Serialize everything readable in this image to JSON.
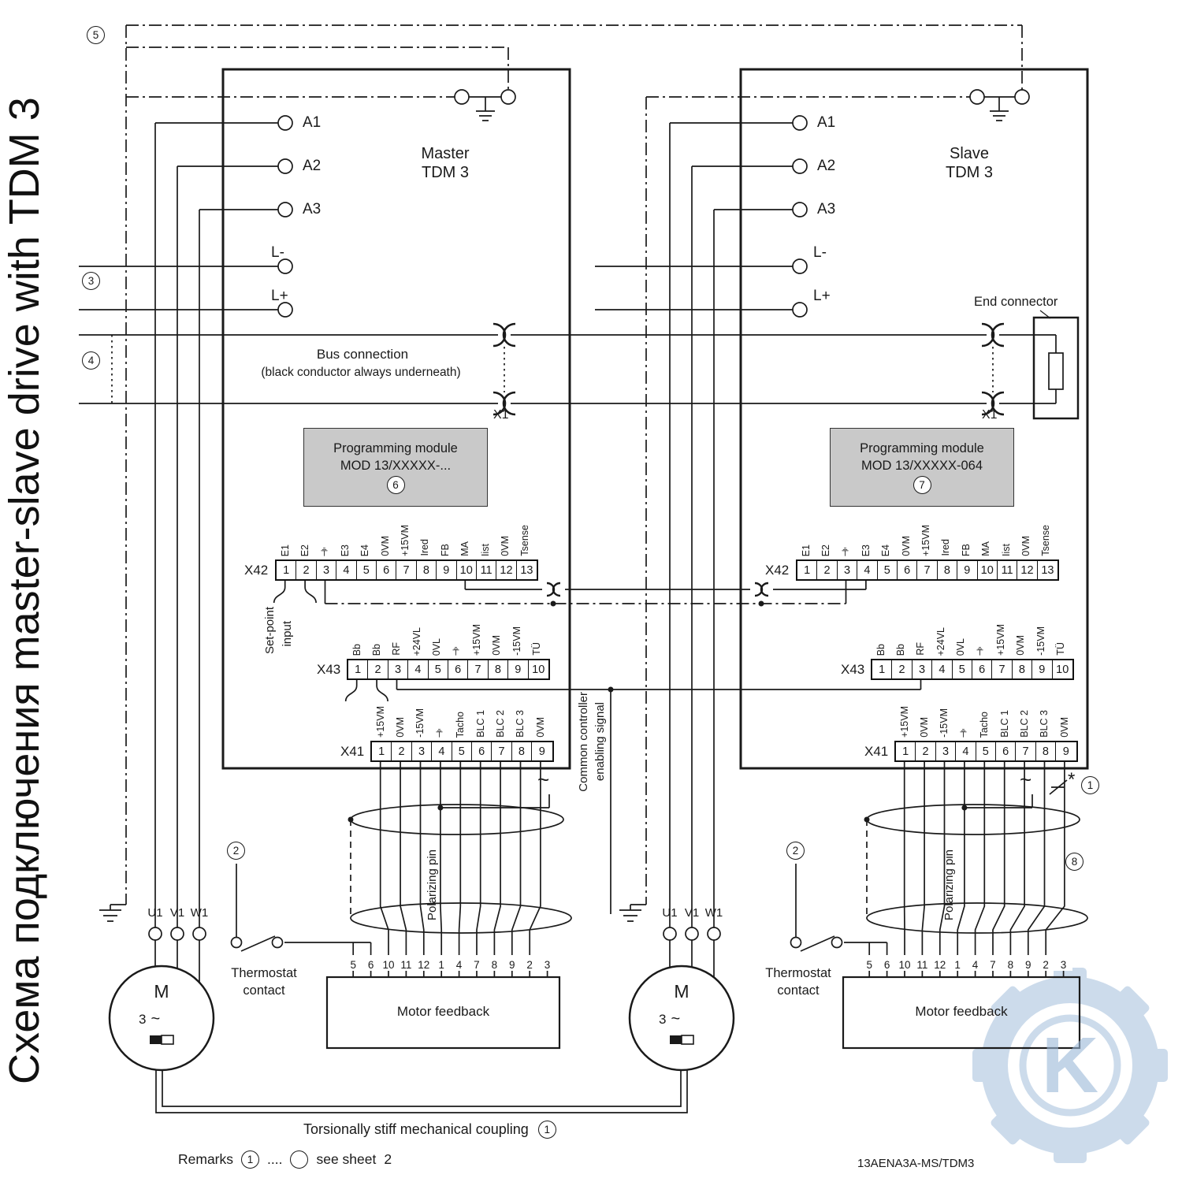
{
  "title": "Схема подключения master-slave drive with TDM 3",
  "master": {
    "name": "Master",
    "model": "TDM 3"
  },
  "slave": {
    "name": "Slave",
    "model": "TDM 3"
  },
  "terminals": {
    "a1": "A1",
    "a2": "A2",
    "a3": "A3",
    "lminus": "L-",
    "lplus": "L+"
  },
  "bus": {
    "line1": "Bus connection",
    "line2": "(black conductor always underneath)",
    "x1": "X1",
    "end_connector": "End connector"
  },
  "prog_master": {
    "line1": "Programming module",
    "line2": "MOD 13/XXXXX-...",
    "num": "6"
  },
  "prog_slave": {
    "line1": "Programming module",
    "line2": "MOD 13/XXXXX-064",
    "num": "7"
  },
  "x42": {
    "label": "X42",
    "pins": [
      "1",
      "2",
      "3",
      "4",
      "5",
      "6",
      "7",
      "8",
      "9",
      "10",
      "11",
      "12",
      "13"
    ],
    "signals": [
      "E1",
      "E2",
      "⏚",
      "E3",
      "E4",
      "0VM",
      "+15VM",
      "Ired",
      "FB",
      "MA",
      "Iist",
      "0VM",
      "Tsense"
    ]
  },
  "x43": {
    "label": "X43",
    "pins": [
      "1",
      "2",
      "3",
      "4",
      "5",
      "6",
      "7",
      "8",
      "9",
      "10"
    ],
    "signals": [
      "Bb",
      "Bb",
      "RF",
      "+24VL",
      "0VL",
      "⏚",
      "+15VM",
      "0VM",
      "-15VM",
      "TÜ"
    ]
  },
  "x41": {
    "label": "X41",
    "pins": [
      "1",
      "2",
      "3",
      "4",
      "5",
      "6",
      "7",
      "8",
      "9"
    ],
    "signals": [
      "+15VM",
      "0VM",
      "-15VM",
      "⏚",
      "Tacho",
      "BLC 1",
      "BLC 2",
      "BLC 3",
      "0VM"
    ]
  },
  "setpoint": {
    "line1": "Set-point",
    "line2": "input"
  },
  "common_signal": {
    "line1": "Common controller",
    "line2": "enabling signal"
  },
  "polarizing": "Polarizing pin",
  "thermostat": {
    "line1": "Thermostat",
    "line2": "contact"
  },
  "motor": {
    "m": "M",
    "phase": "3",
    "tilde": "~"
  },
  "motor_terminals": [
    "U1",
    "V1",
    "W1"
  ],
  "feedback": {
    "label": "Motor feedback",
    "pins": [
      "5",
      "6",
      "10",
      "11",
      "12",
      "1",
      "4",
      "7",
      "8",
      "9",
      "2",
      "3"
    ]
  },
  "coupling": {
    "text": "Torsionally stiff mechanical coupling",
    "num": "1"
  },
  "remarks": {
    "label": "Remarks",
    "num": "1",
    "dots": "....",
    "see": "see sheet",
    "sheet": "2"
  },
  "doc_number": "13AENA3A-MS/TDM3",
  "circles": {
    "c1": "1",
    "c2": "2",
    "c3": "3",
    "c4": "4",
    "c5": "5",
    "c6": "6",
    "c7": "7",
    "c8": "8"
  },
  "star": "*",
  "tilde": "~",
  "watermark_letter": "K",
  "colors": {
    "line": "#1a1a1a",
    "module_bg": "#c9c9c9",
    "watermark": "#9bb9d8"
  }
}
